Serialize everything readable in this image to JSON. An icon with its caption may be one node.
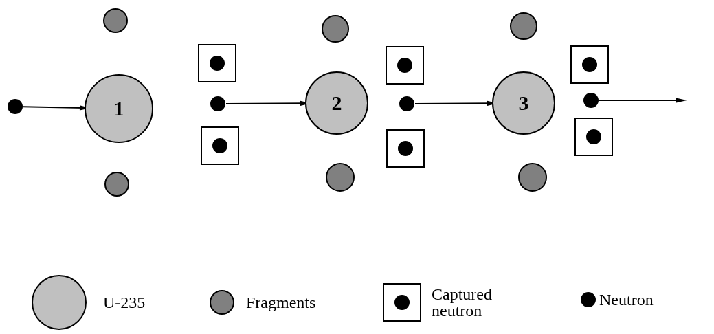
{
  "diagram": {
    "nodes": [
      {
        "text": [],
        "shape": "circle"
      },
      {
        "text": [
          "1"
        ]
      },
      {
        "text": [],
        "shape": "circle"
      },
      {
        "text": [],
        "shape": "circle"
      },
      {
        "text": [],
        "shape": "box"
      },
      {
        "text": [],
        "shape": "circle"
      },
      {
        "text": [],
        "shape": "box"
      },
      {
        "text": [
          "2"
        ]
      },
      {
        "text": [],
        "shape": "circle"
      },
      {
        "text": [],
        "shape": "circle"
      },
      {
        "text": [],
        "shape": "box"
      },
      {
        "text": [],
        "shape": "circle"
      },
      {
        "text": [],
        "shape": "box"
      },
      {
        "text": [
          "3"
        ]
      },
      {
        "text": [],
        "shape": "circle"
      },
      {
        "text": [],
        "shape": "circle"
      },
      {
        "text": [],
        "shape": "box"
      },
      {
        "text": [],
        "shape": "circle"
      },
      {
        "text": [],
        "shape": "box"
      }
    ],
    "edges": [
      {
        "from": 0,
        "to": 1,
        "arrow": "to"
      },
      {
        "from": 5,
        "to": 7,
        "arrow": "to"
      },
      {
        "from": 11,
        "to": 13,
        "arrow": "to"
      },
      {
        "from": 17,
        "to": null,
        "arrow": "to"
      }
    ],
    "legend": [
      {
        "text": "U-235",
        "color": "#c0c0c0"
      },
      {
        "text": "Fragments",
        "color": "#808080"
      },
      {
        "text": "Captured neutron"
      },
      {
        "text": "Neutron"
      }
    ]
  }
}
